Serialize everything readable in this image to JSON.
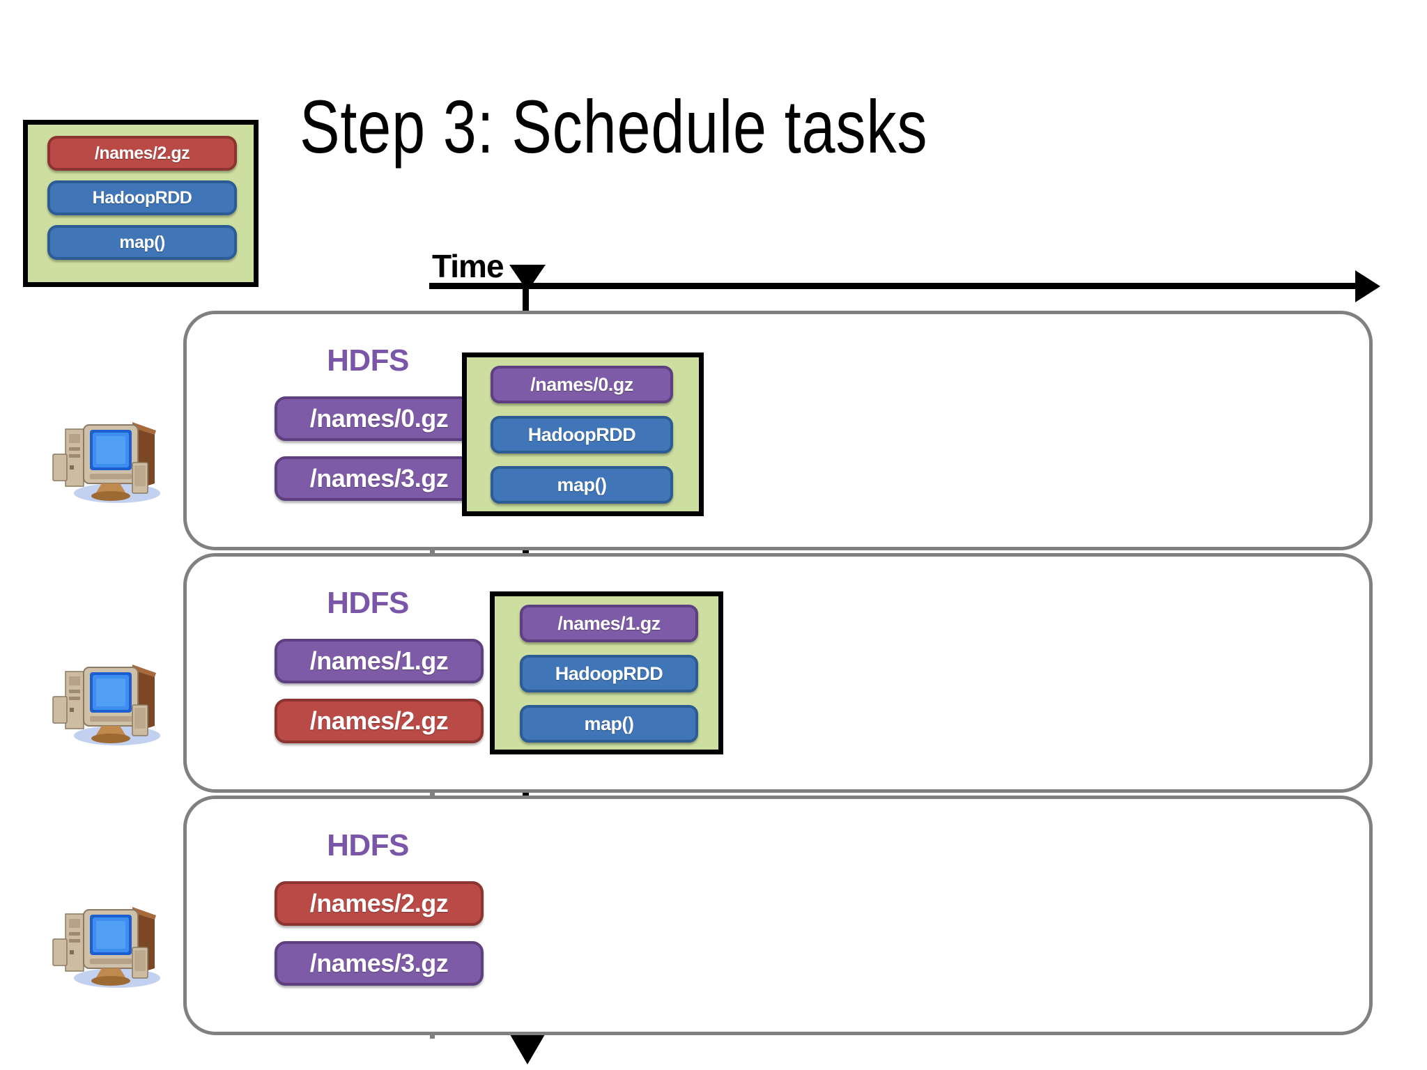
{
  "slide": {
    "title": "Step 3: Schedule tasks"
  },
  "legend": {
    "name": "scheduled-task-card",
    "background_color": "#cddfa0",
    "border_color": "#000000",
    "pills": [
      {
        "label": "/names/2.gz",
        "color": "red",
        "hex": "#b94a46"
      },
      {
        "label": "HadoopRDD",
        "color": "blue",
        "hex": "#4076b8"
      },
      {
        "label": "map()",
        "color": "blue",
        "hex": "#4076b8"
      }
    ]
  },
  "timeline": {
    "axis_label": "Time",
    "axis_color": "#000000",
    "cursor_icon": "down-triangle-marker",
    "arrow_icon": "right-arrow-head",
    "direction": "left-to-right"
  },
  "divider": {
    "style": "dashed",
    "color": "#808080"
  },
  "machines": [
    {
      "icon": "desktop-computer-icon",
      "hdfs_label": "HDFS",
      "hdfs_label_color": "#7a56a8",
      "blocks": [
        {
          "label": "/names/0.gz",
          "color": "purple",
          "hex": "#7e5ba6"
        },
        {
          "label": "/names/3.gz",
          "color": "purple",
          "hex": "#7e5ba6"
        }
      ],
      "task": {
        "background_color": "#cddfa0",
        "pills": [
          {
            "label": "/names/0.gz",
            "color": "purple",
            "hex": "#7e5ba6"
          },
          {
            "label": "HadoopRDD",
            "color": "blue",
            "hex": "#4076b8"
          },
          {
            "label": "map()",
            "color": "blue",
            "hex": "#4076b8"
          }
        ]
      }
    },
    {
      "icon": "desktop-computer-icon",
      "hdfs_label": "HDFS",
      "hdfs_label_color": "#7a56a8",
      "blocks": [
        {
          "label": "/names/1.gz",
          "color": "purple",
          "hex": "#7e5ba6"
        },
        {
          "label": "/names/2.gz",
          "color": "red",
          "hex": "#b94a46"
        }
      ],
      "task": {
        "background_color": "#cddfa0",
        "pills": [
          {
            "label": "/names/1.gz",
            "color": "purple",
            "hex": "#7e5ba6"
          },
          {
            "label": "HadoopRDD",
            "color": "blue",
            "hex": "#4076b8"
          },
          {
            "label": "map()",
            "color": "blue",
            "hex": "#4076b8"
          }
        ]
      }
    },
    {
      "icon": "desktop-computer-icon",
      "hdfs_label": "HDFS",
      "hdfs_label_color": "#7a56a8",
      "blocks": [
        {
          "label": "/names/2.gz",
          "color": "red",
          "hex": "#b94a46"
        },
        {
          "label": "/names/3.gz",
          "color": "purple",
          "hex": "#7e5ba6"
        }
      ],
      "task": null
    }
  ]
}
